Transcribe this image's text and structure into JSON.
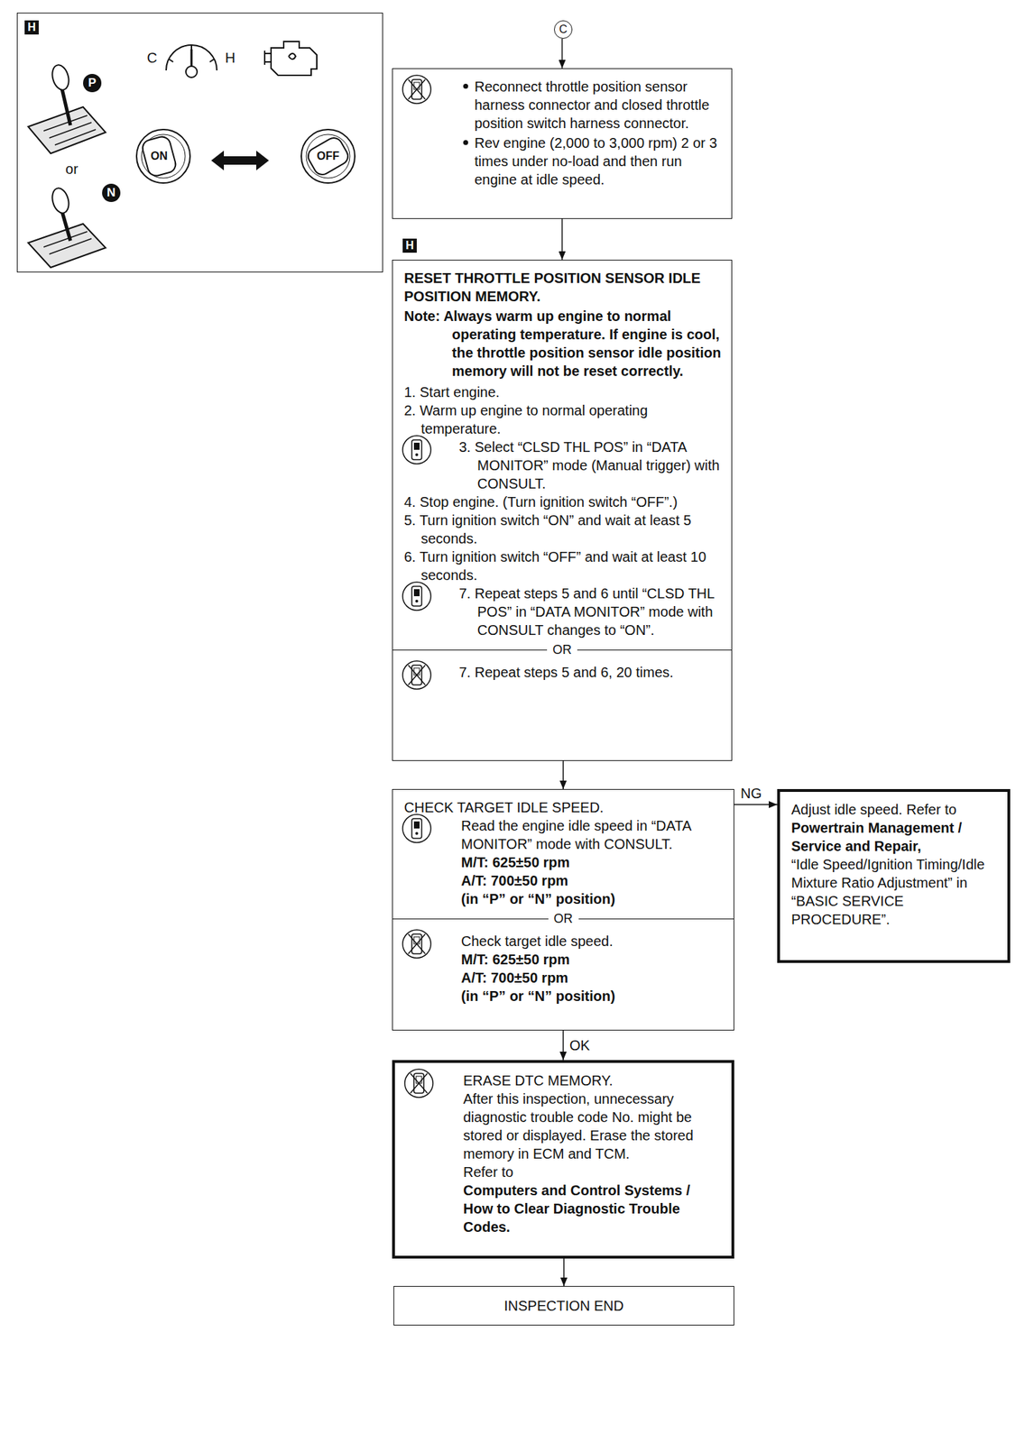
{
  "diagram": {
    "nodes": [
      {
        "text": [
          "H"
        ]
      },
      {
        "text": [
          "C"
        ]
      },
      {
        "text": [
          "Reconnect throttle position sensor harness connector and closed throttle position switch harness connector.",
          "Rev engine (2,000 to 3,000 rpm) 2 or 3 times under no-load and then run engine at idle speed."
        ]
      },
      {
        "text": [
          "RESET THROTTLE POSITION SENSOR IDLE POSITION MEMORY.",
          "Note: Always warm up engine to normal operating temperature. If engine is cool, the throttle position sensor idle position memory will not be reset correctly.",
          "1. Start engine.",
          "2. Warm up engine to normal operating temperature.",
          "3. Select “CLSD THL POS” in “DATA MONITOR” mode (Manual trigger) with CONSULT.",
          "4. Stop engine. (Turn ignition switch “OFF”.)",
          "5. Turn ignition switch “ON” and wait at least 5 seconds.",
          "6. Turn ignition switch “OFF” and wait at least 10 seconds.",
          "7. Repeat steps 5 and 6 until “CLSD THL POS” in “DATA MONITOR” mode with CONSULT changes to “ON”.",
          "OR",
          "7. Repeat steps 5 and 6, 20 times."
        ]
      },
      {
        "text": [
          "CHECK TARGET IDLE SPEED.",
          "Read the engine idle speed in “DATA MONITOR” mode with CONSULT.",
          "M/T: 625±50 rpm",
          "A/T: 700±50 rpm",
          "(in “P” or “N” position)",
          "OR",
          "Check target idle speed.",
          "M/T: 625±50 rpm",
          "A/T: 700±50 rpm",
          "(in “P” or “N” position)"
        ]
      },
      {
        "text": [
          "Adjust idle speed. Refer to",
          "Powertrain Management / Service and Repair,",
          "“Idle Speed/Ignition Timing/Idle Mixture Ratio Adjustment” in “BASIC SERVICE PROCEDURE”."
        ]
      },
      {
        "text": [
          "ERASE DTC MEMORY.",
          "After this inspection, unnecessary diagnostic trouble code No. might be stored or displayed. Erase the stored memory in ECM and TCM.",
          "Refer to",
          "Computers and Control Systems / How to Clear Diagnostic Trouble Codes."
        ]
      },
      {
        "text": [
          "INSPECTION END"
        ]
      }
    ],
    "edges": [
      {
        "from": 1,
        "to": 2,
        "arrow": "to"
      },
      {
        "from": 2,
        "to": 3,
        "arrow": "to"
      },
      {
        "from": 3,
        "to": 4,
        "arrow": "to"
      },
      {
        "from": 4,
        "to": 5,
        "label": "NG",
        "arrow": "to"
      },
      {
        "from": 4,
        "to": 6,
        "label": "OK",
        "arrow": "to"
      },
      {
        "from": 6,
        "to": 7,
        "arrow": "to"
      }
    ],
    "labels": [
      "C",
      "H",
      "or",
      "P",
      "N",
      "ON",
      "OFF",
      "H"
    ]
  }
}
